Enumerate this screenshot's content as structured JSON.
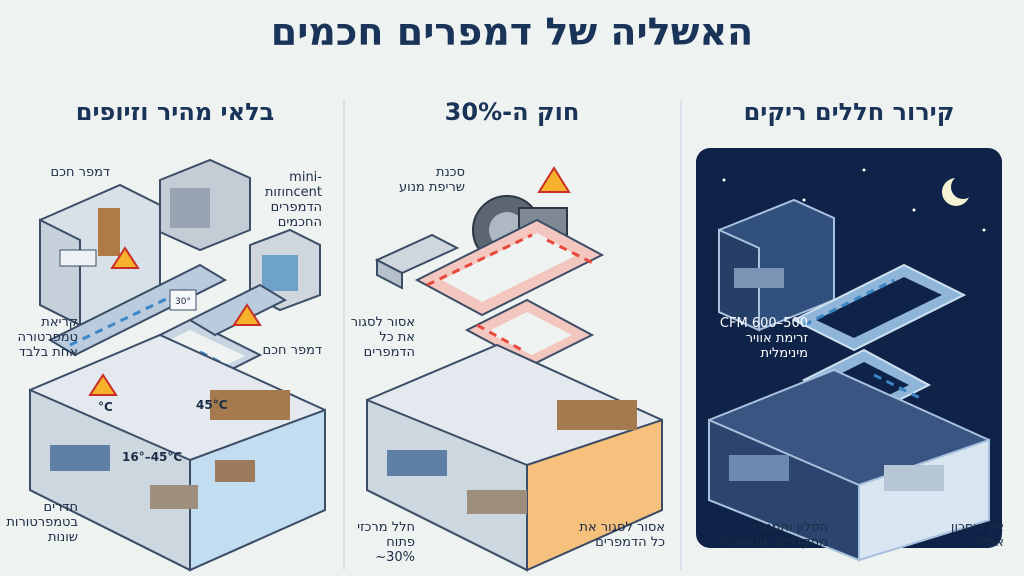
{
  "title": "האשליה של דמפרים חכמים",
  "panels": {
    "left": {
      "title": "בלאי מהיר וזיופים",
      "label_damper_top": "דמפר חכם",
      "label_mini_central": "mini-centחוזות\nהדמפרים\nהחכמים",
      "label_reading": "קריאת\nטמפרטורה\nאחת בלבד",
      "label_damper_right": "דמפר חכם",
      "label_rooms": "חדרים\nבטמפרטורות\nשונות",
      "temp_a": "°C",
      "temp_b": "45°C",
      "temp_c": "16°–45°C",
      "thermostat": "30°"
    },
    "middle": {
      "title": "חוק ה-30%",
      "label_motor": "סכנת\nשריפת מנוע",
      "label_no_close": "אסור לסגור\nאת כל\nהדמפרים",
      "label_central": "חלל מרכזי\nפתוח 30%~",
      "label_no_close_all": "אסור לסגור את\nכל הדמפרים"
    },
    "right": {
      "title": "קירור חללים ריקים",
      "label_flow": "500–600 CFM\nזרימת אוויר\nמינימלית",
      "label_living": "הסלון והמטבח\nמתקררים אוטומטית",
      "label_no_savings": "אין חיסכון\nאמיתי"
    }
  },
  "colors": {
    "duct_blue": "#9fc6e0",
    "airflow_hot": "#e8483b",
    "warning": "#f6b22a",
    "night": "#0f2247"
  }
}
